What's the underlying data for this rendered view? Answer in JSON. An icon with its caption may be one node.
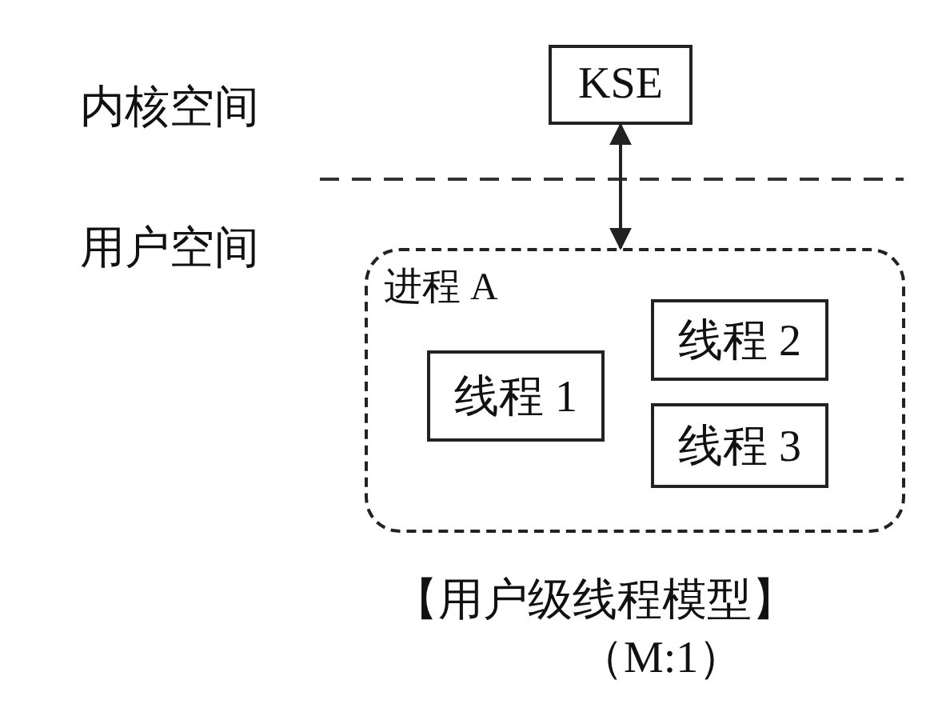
{
  "diagram": {
    "caption": "【用户级线程模型】",
    "nodes": [
      {
        "text": [
          "KSE"
        ]
      },
      {
        "text": [
          "进程 A"
        ]
      },
      {
        "text": [
          "线程 1"
        ],
        "in": 1
      },
      {
        "text": [
          "线程 2"
        ],
        "in": 1
      },
      {
        "text": [
          "线程 3"
        ],
        "in": 1
      }
    ],
    "edges": [
      {
        "from": 0,
        "to": 1,
        "arrow": "both"
      }
    ],
    "labels": [
      "内核空间",
      "用户空间",
      "（M:1）"
    ]
  }
}
